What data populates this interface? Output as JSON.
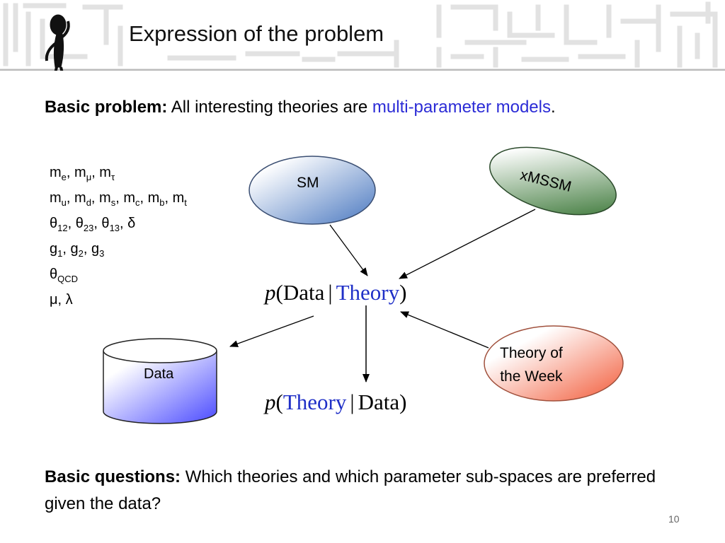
{
  "header": {
    "title": "Expression of the problem"
  },
  "intro": {
    "lead": "Basic problem:",
    "text_before": " All interesting theories are ",
    "highlight": "multi-parameter models",
    "text_after": "."
  },
  "params": [
    [
      [
        "m",
        "e"
      ],
      [
        ", m",
        "μ"
      ],
      [
        ", m",
        "τ"
      ]
    ],
    [
      [
        "m",
        "u"
      ],
      [
        ", m",
        "d"
      ],
      [
        ", m",
        "s"
      ],
      [
        ", m",
        "c"
      ],
      [
        ", m",
        "b"
      ],
      [
        ", m",
        "t"
      ]
    ],
    [
      [
        "θ",
        "12"
      ],
      [
        ", θ",
        "23"
      ],
      [
        ", θ",
        "13"
      ],
      [
        ", δ",
        ""
      ]
    ],
    [
      [
        "g",
        "1"
      ],
      [
        ", g",
        "2"
      ],
      [
        ", g",
        "3"
      ]
    ],
    [
      [
        "θ",
        "QCD"
      ]
    ],
    [
      [
        "μ, λ",
        ""
      ]
    ]
  ],
  "diagram": {
    "sm": "SM",
    "xmssm": "xMSSM",
    "theory_of_week_line1": "Theory of",
    "theory_of_week_line2": "the Week",
    "data": "Data",
    "formula1": {
      "p": "p",
      "open": "(",
      "a": "Data",
      "bar": "|",
      "b": "Theory",
      "close": ")"
    },
    "formula2": {
      "p": "p",
      "open": "(",
      "a": "Theory",
      "bar": "|",
      "b": "Data",
      "close": ")"
    }
  },
  "questions": {
    "lead": "Basic questions:",
    "text": " Which theories and which parameter sub-spaces are preferred given the data?"
  },
  "page_number": "10",
  "colors": {
    "highlight": "#2b2bd6",
    "sm": "#4a78c0",
    "xmssm": "#3c7a34",
    "theory_of_week": "#f06a4c",
    "data": "#5a5aff"
  }
}
